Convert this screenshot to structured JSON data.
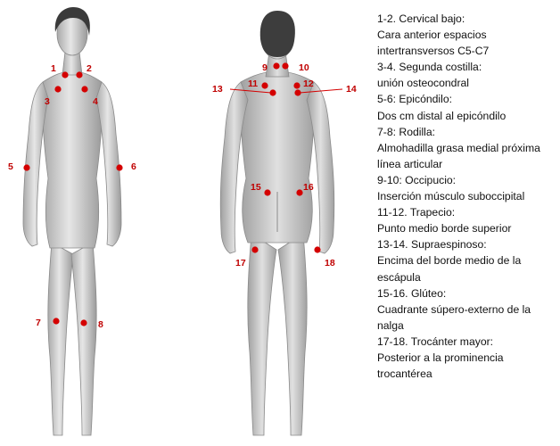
{
  "points": [
    {
      "id": "1",
      "label": "1"
    },
    {
      "id": "2",
      "label": "2"
    },
    {
      "id": "3",
      "label": "3"
    },
    {
      "id": "4",
      "label": "4"
    },
    {
      "id": "5",
      "label": "5"
    },
    {
      "id": "6",
      "label": "6"
    },
    {
      "id": "7",
      "label": "7"
    },
    {
      "id": "8",
      "label": "8"
    },
    {
      "id": "9",
      "label": "9"
    },
    {
      "id": "10",
      "label": "10"
    },
    {
      "id": "11",
      "label": "11"
    },
    {
      "id": "12",
      "label": "12"
    },
    {
      "id": "13",
      "label": "13"
    },
    {
      "id": "14",
      "label": "14"
    },
    {
      "id": "15",
      "label": "15"
    },
    {
      "id": "16",
      "label": "16"
    },
    {
      "id": "17",
      "label": "17"
    },
    {
      "id": "18",
      "label": "18"
    }
  ],
  "legend": [
    "1-2. Cervical bajo:",
    "Cara anterior espacios",
    "intertransversos C5-C7",
    "3-4. Segunda costilla:",
    "unión osteocondral",
    "5-6: Epicóndilo:",
    "Dos cm distal al epicóndilo",
    "7-8: Rodilla:",
    "Almohadilla grasa medial próxima",
    "línea articular",
    "9-10: Occipucio:",
    "Inserción músculo suboccipital",
    "11-12. Trapecio:",
    "Punto medio borde superior",
    "13-14. Supraespinoso:",
    "Encima del borde medio de la",
    "escápula",
    "15-16. Glúteo:",
    "Cuadrante súpero-externo de la",
    "nalga",
    "17-18. Trocánter mayor:",
    "Posterior a la prominencia",
    "trocantérea"
  ],
  "colors": {
    "marker": "#d40000",
    "label": "#c00000",
    "body": "#d9d9d9",
    "hair": "#3a3a3a"
  }
}
